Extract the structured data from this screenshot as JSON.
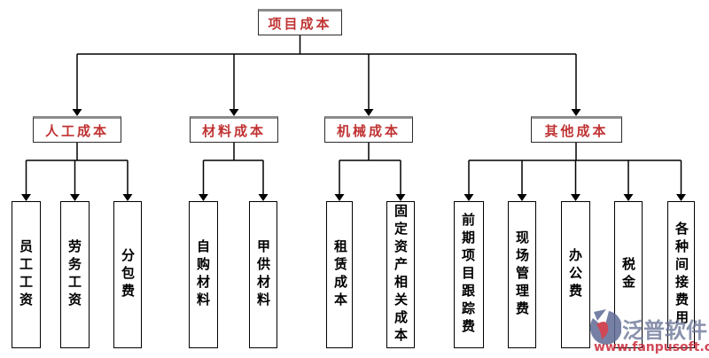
{
  "chart": {
    "root": {
      "label": "项目成本"
    },
    "branches": [
      {
        "label": "人工成本",
        "children": [
          "员工工资",
          "劳务工资",
          "分包费"
        ]
      },
      {
        "label": "材料成本",
        "children": [
          "自购材料",
          "甲供材料"
        ]
      },
      {
        "label": "机械成本",
        "children": [
          "租赁成本",
          "固定资产相关成本"
        ]
      },
      {
        "label": "其他成本",
        "children": [
          "前期项目跟踪费",
          "现场管理费",
          "办公费",
          "税金",
          "各种间接费用"
        ]
      }
    ]
  },
  "watermark": {
    "logo_icon": "fanpu-swirl-logo",
    "brand": "泛普软件",
    "url": "www.fanpusoft.com"
  },
  "colors": {
    "heading_red": "#c03333",
    "line_black": "#000000",
    "box_top_edge_gray": "#8c8c8c",
    "watermark_blue": "#6a76a3",
    "watermark_red": "#c82838"
  }
}
